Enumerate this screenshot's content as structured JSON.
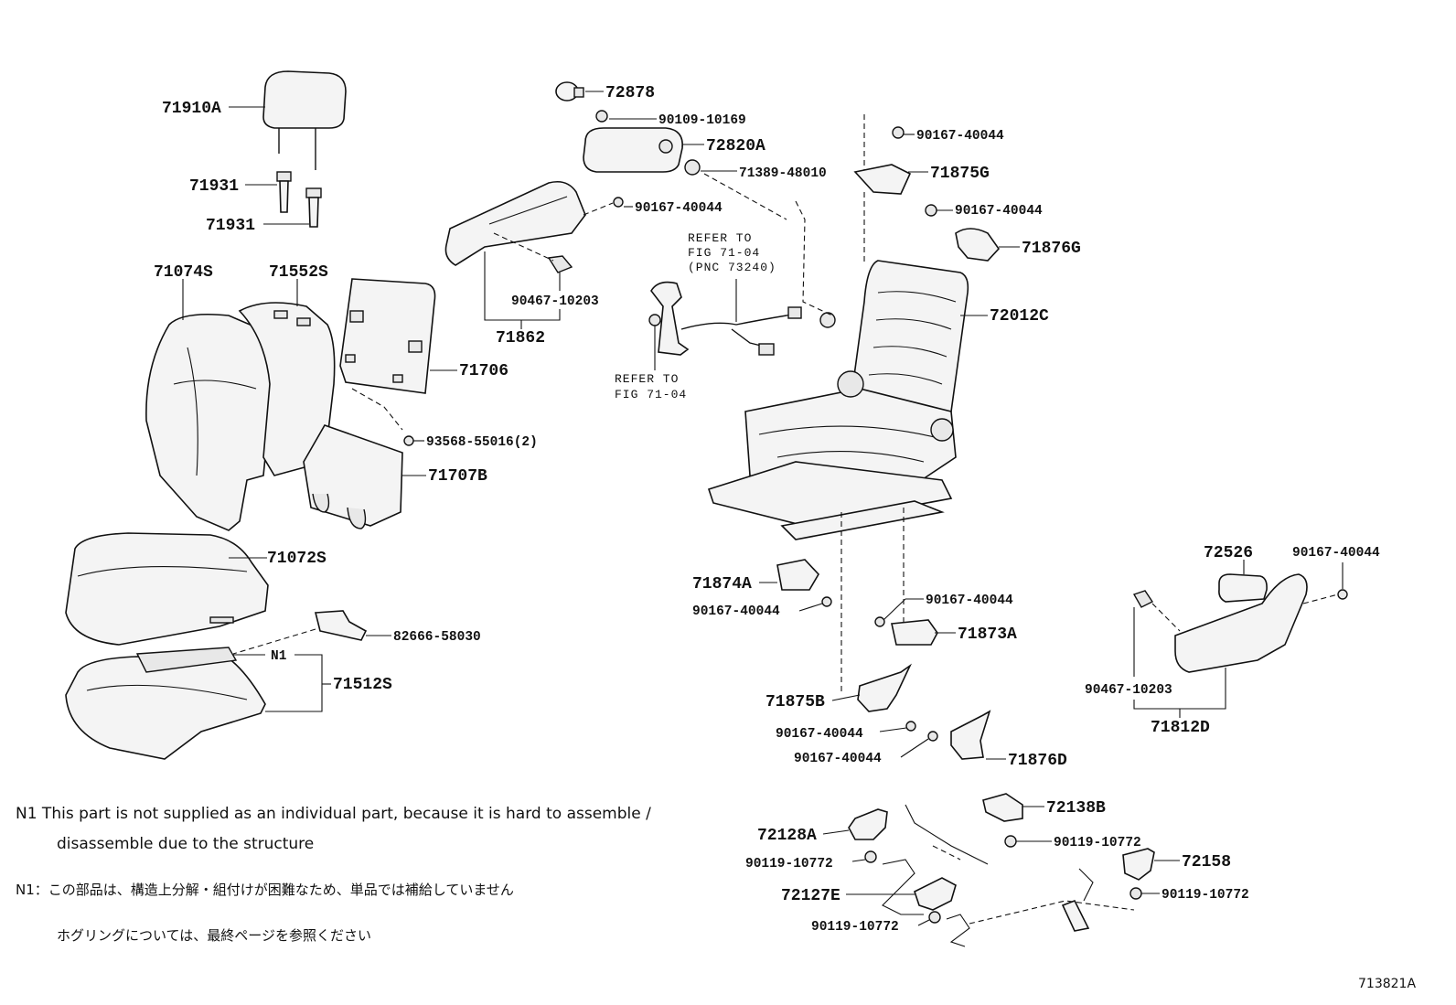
{
  "labels": {
    "p71910A": "71910A",
    "p71931a": "71931",
    "p71931b": "71931",
    "p71074S": "71074S",
    "p71552S": "71552S",
    "p71706": "71706",
    "p93568": "93568-55016(2)",
    "p71707B": "71707B",
    "p71072S": "71072S",
    "p82666": "82666-58030",
    "pN1": "N1",
    "p71512S": "71512S",
    "p72878": "72878",
    "p90109": "90109-10169",
    "p72820A": "72820A",
    "p71389": "71389-48010",
    "p90167_a": "90167-40044",
    "p90467_a": "90467-10203",
    "p71862": "71862",
    "ref1_l1": "REFER TO",
    "ref1_l2": "FIG 71-04",
    "ref1_l3": "(PNC 73240)",
    "ref2_l1": "REFER TO",
    "ref2_l2": "FIG 71-04",
    "p90167_b": "90167-40044",
    "p71875G": "71875G",
    "p90167_c": "90167-40044",
    "p71876G": "71876G",
    "p72012C": "72012C",
    "p71874A": "71874A",
    "p90167_d": "90167-40044",
    "p90167_e": "90167-40044",
    "p71873A": "71873A",
    "p71875B": "71875B",
    "p90167_f": "90167-40044",
    "p90167_g": "90167-40044",
    "p71876D": "71876D",
    "p72526": "72526",
    "p90167_h": "90167-40044",
    "p90467_b": "90467-10203",
    "p71812D": "71812D",
    "p72138B": "72138B",
    "p72128A": "72128A",
    "p90119_a": "90119-10772",
    "p90119_b": "90119-10772",
    "p72158": "72158",
    "p90119_c": "90119-10772",
    "p72127E": "72127E",
    "p90119_d": "90119-10772"
  },
  "notes": {
    "n1_en_line1": "N1  This part is not supplied as an individual part, because it is hard to assemble /",
    "n1_en_line2": "disassemble due to the structure",
    "n1_jp": "N1：この部品は、構造上分解・組付けが困難なため、単品では補給していません",
    "hog_jp": "ホグリングについては、最終ページを参照ください",
    "figure_code": "713821A"
  }
}
